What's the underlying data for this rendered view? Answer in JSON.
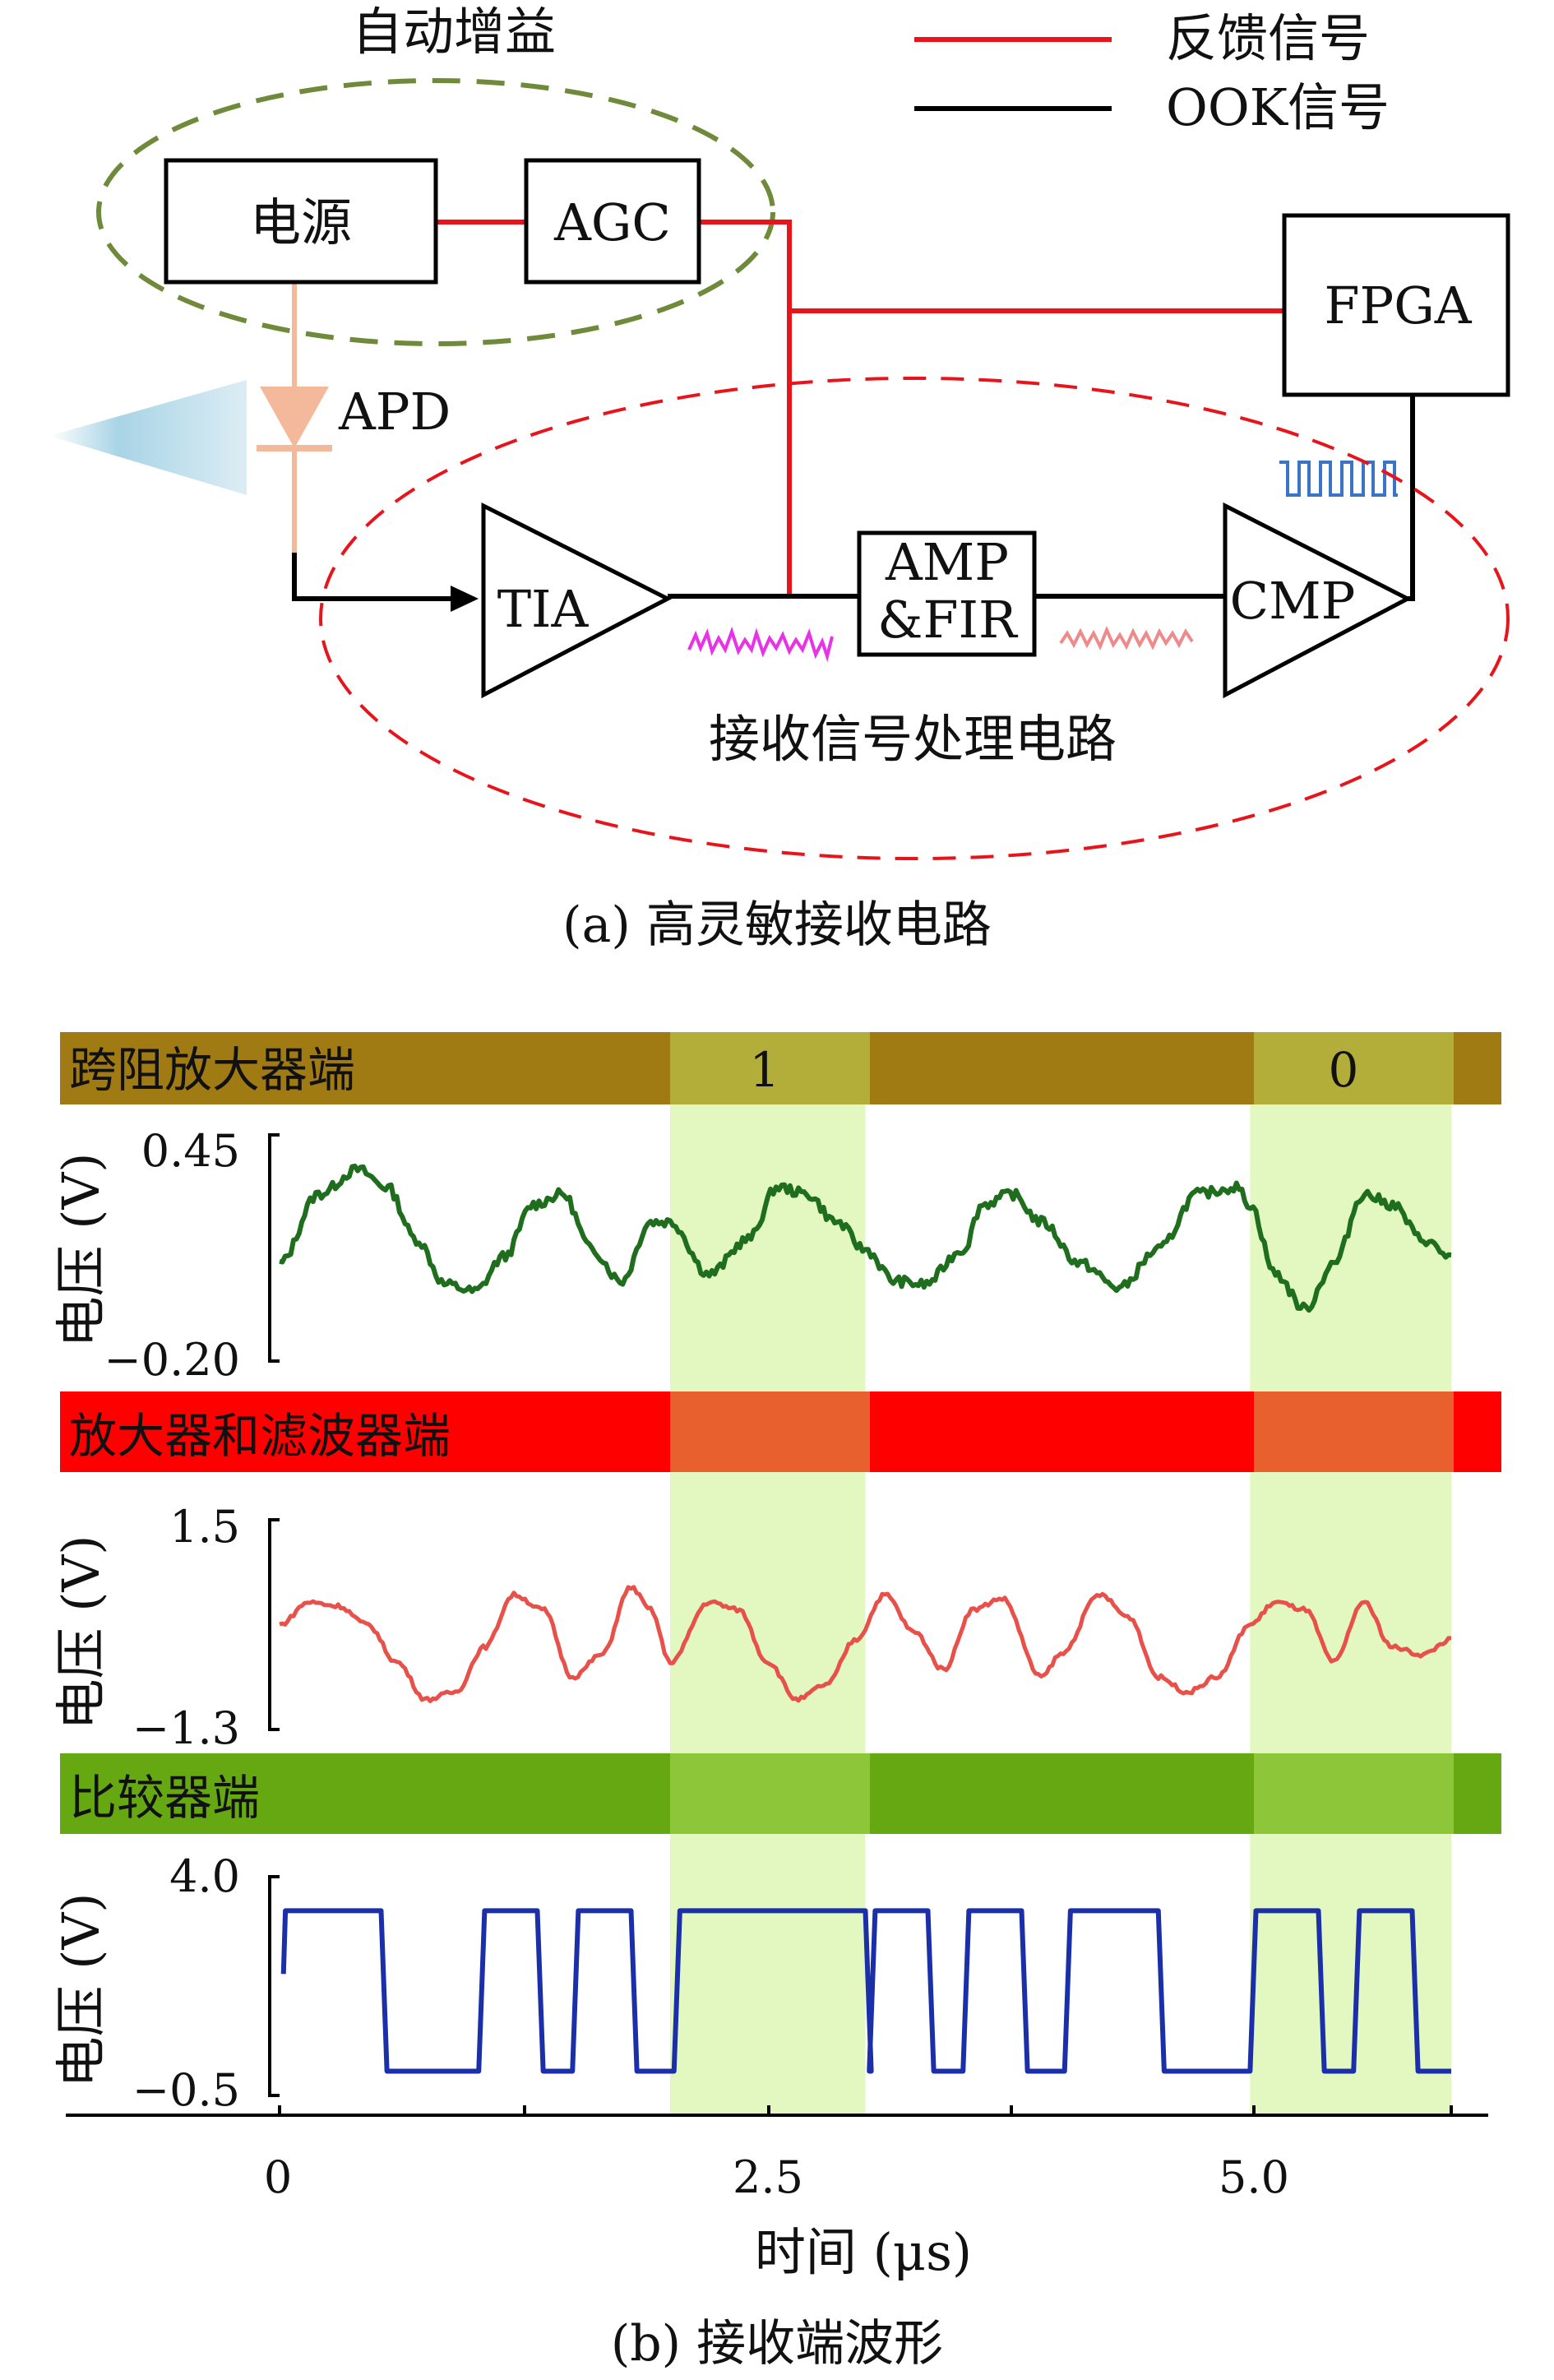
{
  "diagram": {
    "auto_gain_label": "自动增益",
    "legend": {
      "feedback": "反馈信号",
      "ook": "OOK信号",
      "feedback_color": "#e8141b",
      "ook_color": "#000000"
    },
    "blocks": {
      "power": "电源",
      "agc": "AGC",
      "fpga": "FPGA",
      "tia": "TIA",
      "amp_line1": "AMP",
      "amp_line2": "&FIR",
      "cmp": "CMP"
    },
    "apd_label": "APD",
    "rx_circuit_label": "接收信号处理电路",
    "caption_a": "(a) 高灵敏接收电路"
  },
  "waveforms": {
    "bands": {
      "tia": {
        "label": "跨阻放大器端",
        "color": "#a07a12"
      },
      "amp": {
        "label": "放大器和滤波器端",
        "color": "#ff0000"
      },
      "cmp": {
        "label": "比较器端",
        "color": "#66a812"
      }
    },
    "bit_labels": [
      "1",
      "0"
    ],
    "highlight_color": "#e2f8c0",
    "ylabel": "电压 (V)",
    "xlabel": "时间 (μs)",
    "x_ticks": [
      "0",
      "2.5",
      "5.0"
    ],
    "caption_b": "(b) 接收端波形"
  },
  "chart_data": [
    {
      "type": "line",
      "title": "跨阻放大器端",
      "ylabel": "电压 (V)",
      "ylim": [
        -0.2,
        0.45
      ],
      "ytick_labels": [
        "0.45",
        "−0.20"
      ],
      "color": "#1e6e1e",
      "x": [
        0.0,
        0.2,
        0.4,
        0.55,
        0.7,
        0.85,
        1.0,
        1.15,
        1.3,
        1.45,
        1.6,
        1.75,
        1.9,
        2.0,
        2.2,
        2.4,
        2.55,
        2.7,
        2.85,
        3.0,
        3.15,
        3.3,
        3.5,
        3.6,
        3.75,
        3.9,
        4.1,
        4.3,
        4.5,
        4.7,
        4.9,
        4.97,
        5.1,
        5.25,
        5.4,
        5.55,
        5.7,
        5.85,
        6.0
      ],
      "y": [
        0.08,
        0.28,
        0.35,
        0.3,
        0.15,
        0.02,
        0.0,
        0.1,
        0.25,
        0.28,
        0.12,
        0.03,
        0.2,
        0.2,
        0.05,
        0.15,
        0.3,
        0.28,
        0.2,
        0.12,
        0.03,
        0.02,
        0.12,
        0.25,
        0.28,
        0.2,
        0.08,
        0.01,
        0.12,
        0.28,
        0.3,
        0.25,
        0.05,
        -0.05,
        0.08,
        0.28,
        0.25,
        0.15,
        0.1
      ],
      "highlight_x": [
        [
          2.0,
          3.0
        ],
        [
          4.97,
          6.0
        ]
      ]
    },
    {
      "type": "line",
      "title": "放大器和滤波器端",
      "ylabel": "电压 (V)",
      "ylim": [
        -1.3,
        1.5
      ],
      "ytick_labels": [
        "1.5",
        "−1.3"
      ],
      "color": "#e8504a",
      "x": [
        0.0,
        0.15,
        0.3,
        0.45,
        0.6,
        0.75,
        0.9,
        1.05,
        1.2,
        1.35,
        1.5,
        1.65,
        1.8,
        1.9,
        2.0,
        2.2,
        2.35,
        2.5,
        2.65,
        2.8,
        2.95,
        3.1,
        3.25,
        3.4,
        3.55,
        3.7,
        3.9,
        4.0,
        4.2,
        4.35,
        4.5,
        4.65,
        4.8,
        4.97,
        5.1,
        5.25,
        5.4,
        5.55,
        5.7,
        5.85,
        6.0
      ],
      "y": [
        0.1,
        0.4,
        0.35,
        0.1,
        -0.4,
        -0.9,
        -0.8,
        -0.2,
        0.5,
        0.3,
        -0.6,
        -0.3,
        0.6,
        0.3,
        -0.4,
        0.4,
        0.3,
        -0.4,
        -0.9,
        -0.7,
        -0.1,
        0.5,
        0.0,
        -0.5,
        0.3,
        0.45,
        -0.6,
        -0.3,
        0.5,
        0.2,
        -0.6,
        -0.8,
        -0.6,
        0.1,
        0.4,
        0.3,
        -0.4,
        0.4,
        -0.2,
        -0.3,
        -0.1
      ],
      "highlight_x": [
        [
          2.0,
          3.0
        ],
        [
          4.97,
          6.0
        ]
      ]
    },
    {
      "type": "line",
      "title": "比较器端",
      "ylabel": "电压 (V)",
      "ylim": [
        -0.5,
        4.0
      ],
      "ytick_labels": [
        "4.0",
        "−0.5"
      ],
      "xlabel": "时间 (μs)",
      "xlim": [
        0,
        6.0
      ],
      "x_ticks": [
        0,
        2.5,
        5.0
      ],
      "color": "#1a2fa8",
      "high": 3.3,
      "low": 0.0,
      "pulses": [
        [
          0.0,
          0.52
        ],
        [
          1.02,
          1.32
        ],
        [
          1.5,
          1.8
        ],
        [
          2.02,
          3.0
        ],
        [
          3.02,
          3.32
        ],
        [
          3.5,
          3.8
        ],
        [
          4.02,
          4.5
        ],
        [
          4.97,
          5.32
        ],
        [
          5.5,
          5.8
        ]
      ],
      "highlight_x": [
        [
          2.0,
          3.0
        ],
        [
          4.97,
          6.0
        ]
      ]
    }
  ]
}
